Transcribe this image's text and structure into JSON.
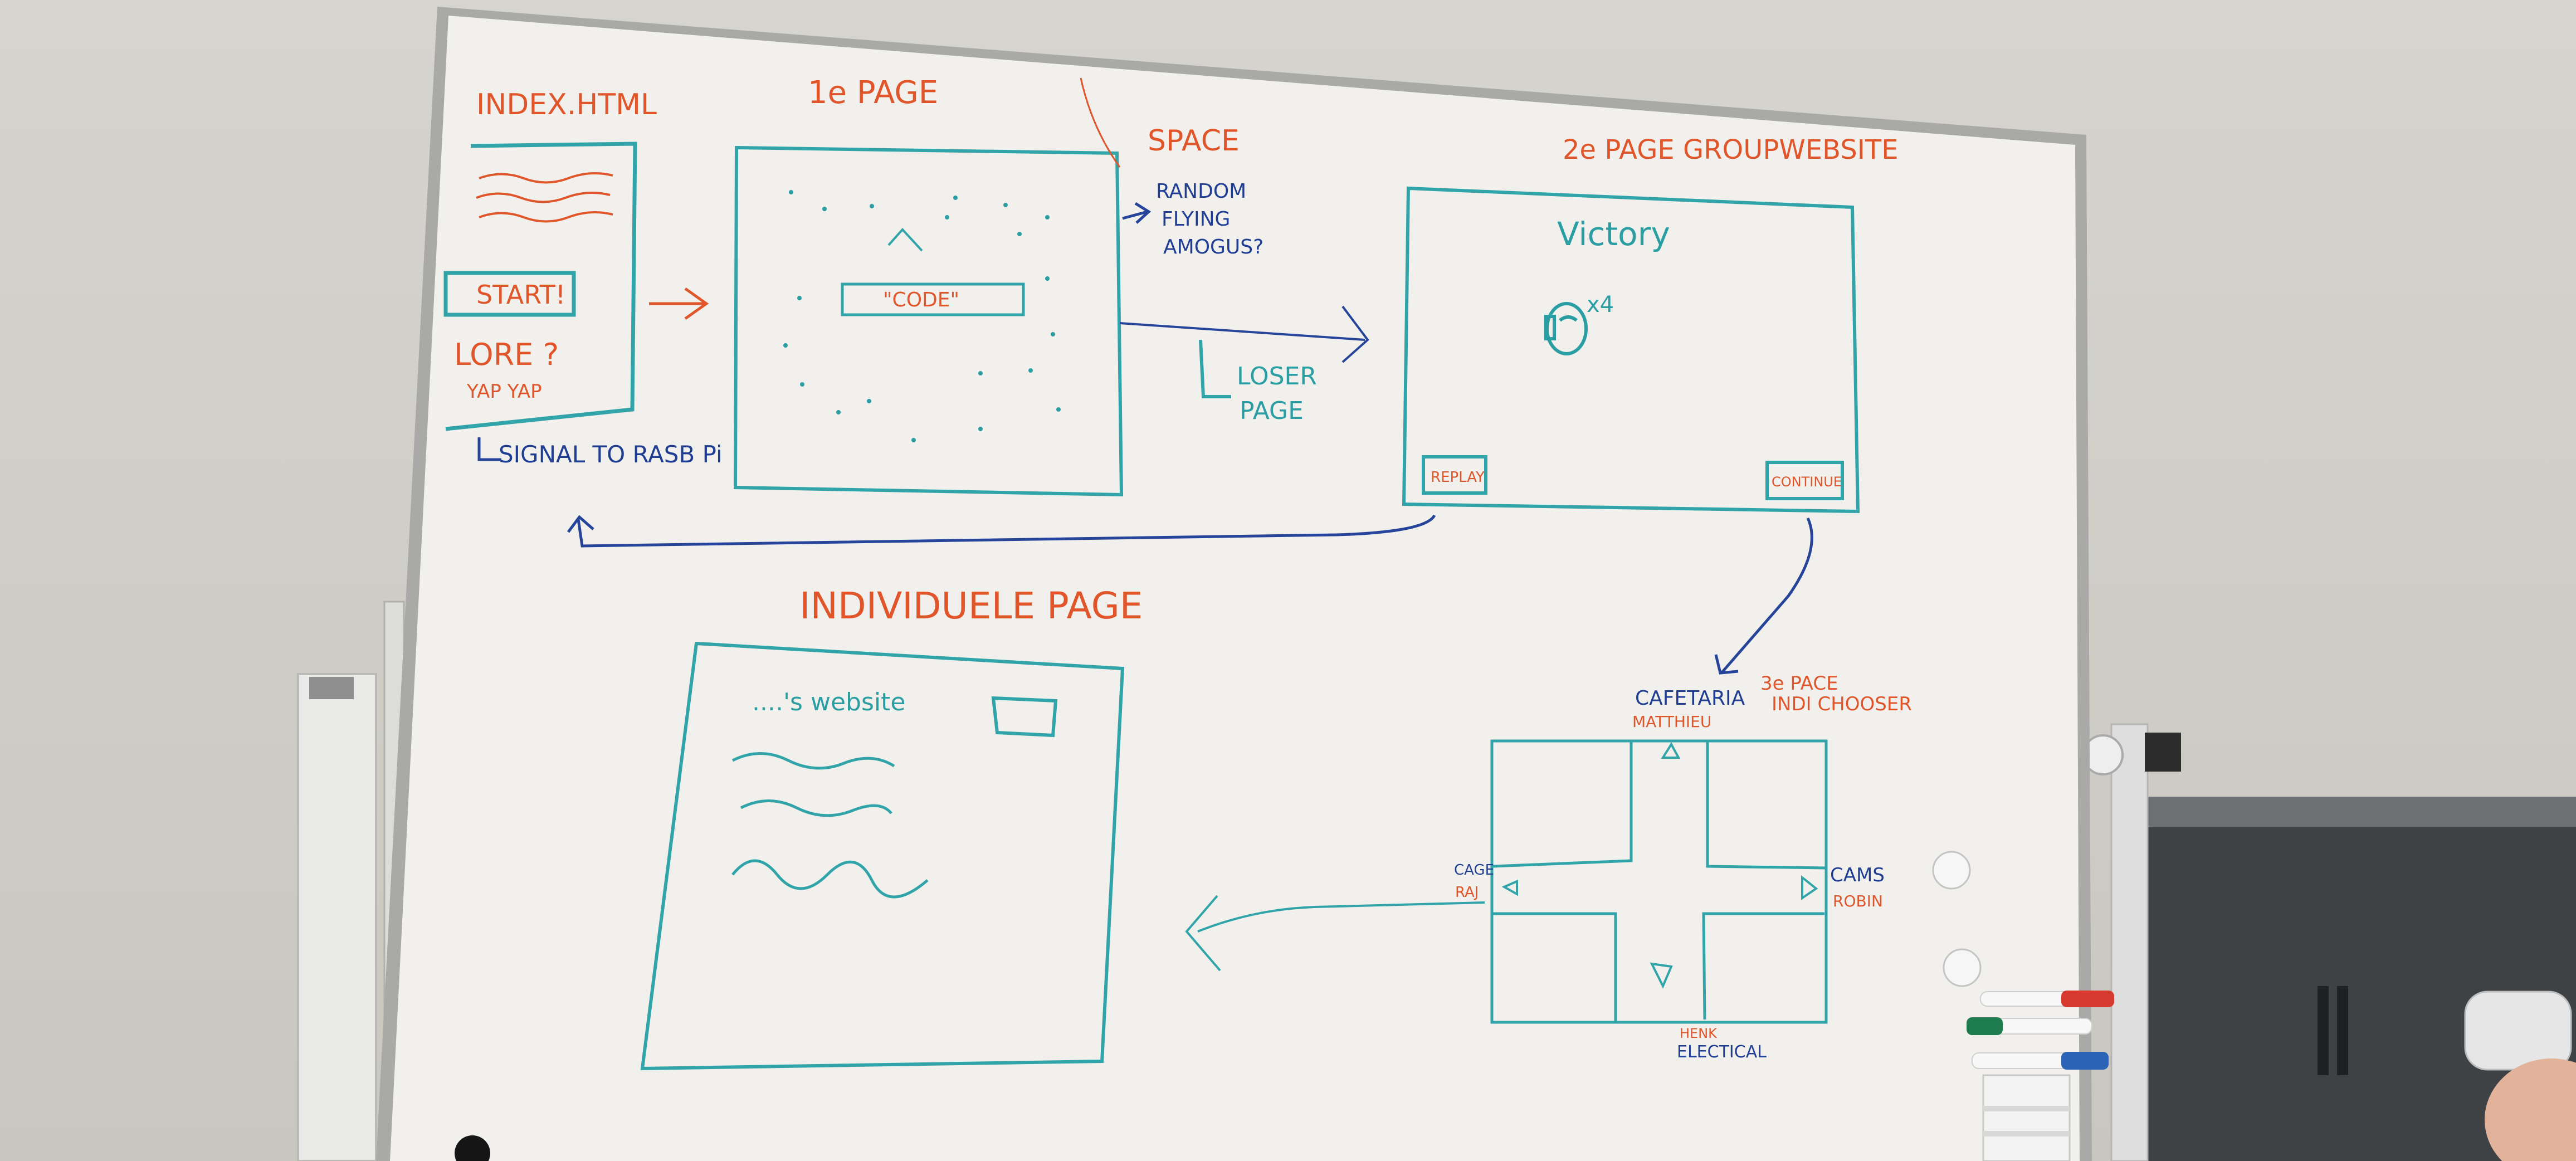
{
  "colors": {
    "orange_marker": "#e0552a",
    "teal_marker": "#2a9ea3",
    "navy_marker": "#1f3e93",
    "board": "#f1f0ec",
    "wall": "#d2d0cb",
    "frame": "#a9a9a7"
  },
  "board": {
    "index_section": {
      "heading": "INDEX.HTML",
      "start_button": "START!",
      "lore": "LORE ?",
      "yap": "YAP YAP",
      "signal_note": "SIGNAL TO RASB Pi"
    },
    "page1": {
      "heading": "1e PAGE",
      "code_field": "\"CODE\"",
      "space_note": "SPACE",
      "random_note": "RANDOM FLYING AMOGUS?",
      "loser_note": "LOSER PAGE"
    },
    "page2": {
      "heading": "2e PAGE GROUPWEBSITE",
      "victory": "Victory",
      "multiplier": "x4",
      "replay_button": "REPLAY",
      "continue_button": "CONTINUE"
    },
    "individual_page": {
      "heading": "INDIVIDUELE PAGE",
      "website_title": "....'s website"
    },
    "page3": {
      "heading": "3e PACE INDI CHOOSER",
      "rooms": {
        "top": "CAFETARIA",
        "top_person": "MATTHIEU",
        "left": "CAGE",
        "left_person": "RAJ",
        "right": "CAMS",
        "right_person": "ROBIN",
        "bottom": "HENK",
        "bottom_label": "ELECTICAL"
      }
    }
  },
  "markers": [
    "red-marker-icon",
    "green-marker-icon",
    "blue-marker-icon"
  ]
}
